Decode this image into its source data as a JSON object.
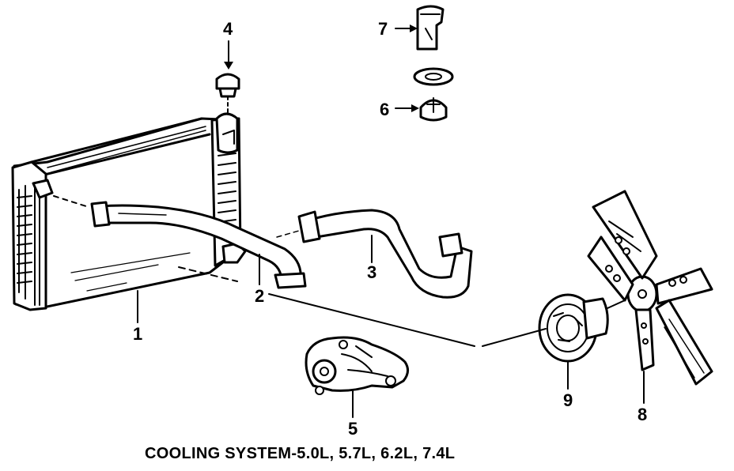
{
  "callouts": {
    "radiator": "1",
    "lower_hose": "2",
    "upper_hose": "3",
    "cap": "4",
    "water_pump": "5",
    "thermostat": "6",
    "outlet": "7",
    "fan": "8",
    "clutch": "9"
  },
  "caption": "COOLING SYSTEM-5.0L, 5.7L, 6.2L, 7.4L",
  "colors": {
    "ink": "#000000",
    "paper": "#ffffff"
  }
}
